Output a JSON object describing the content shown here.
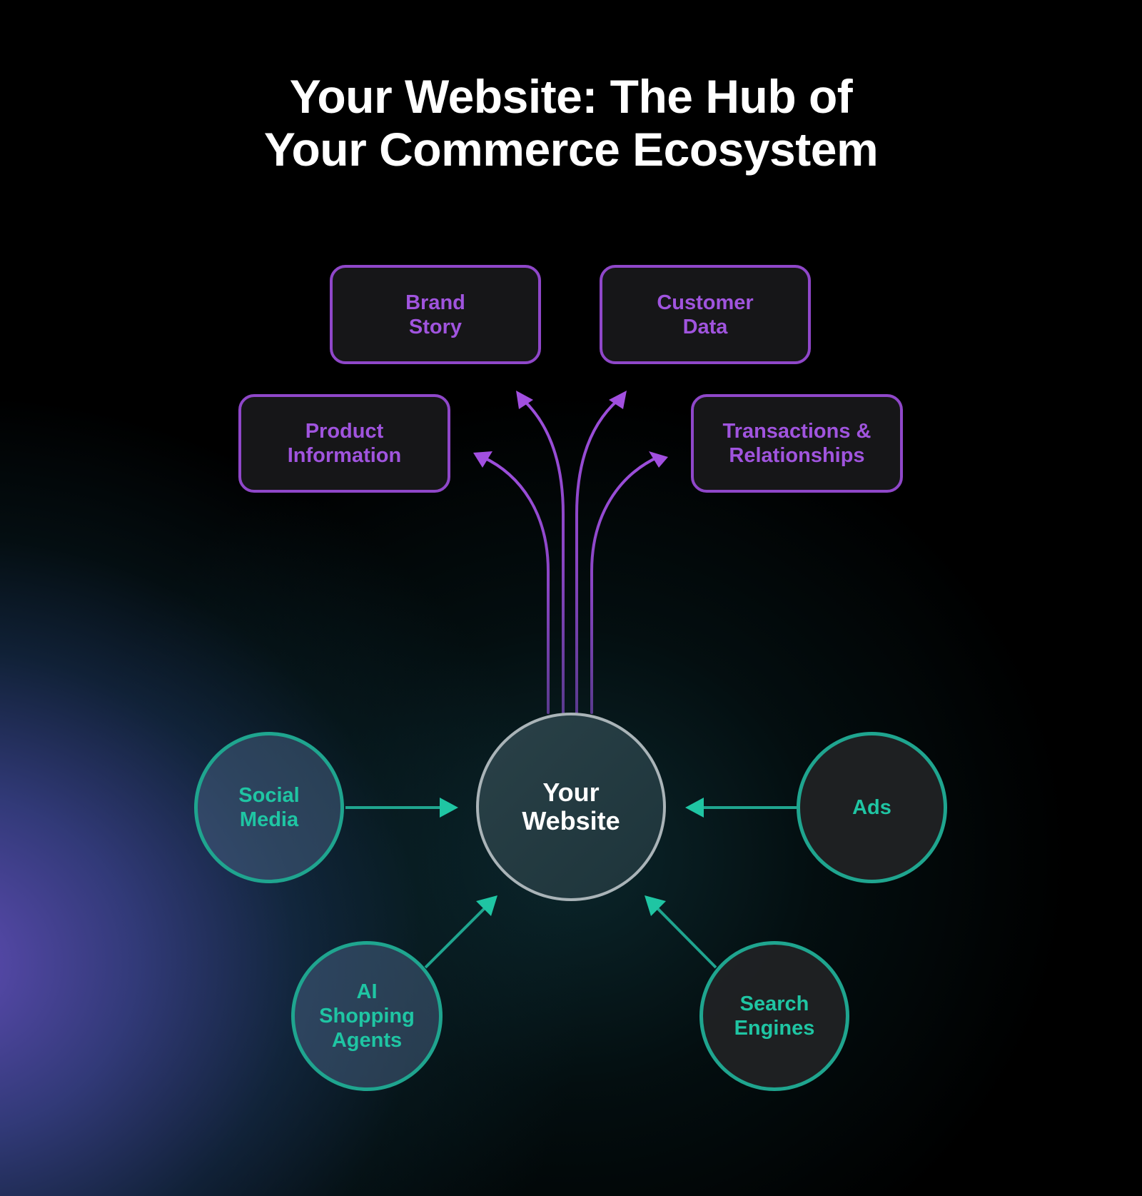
{
  "title": {
    "line1": "Your Website: The Hub of",
    "line2": "Your Commerce Ecosystem"
  },
  "hub": {
    "label": "Your\nWebsite"
  },
  "outputs": [
    {
      "id": "brand-story",
      "label": "Brand\nStory"
    },
    {
      "id": "customer-data",
      "label": "Customer\nData"
    },
    {
      "id": "product-information",
      "label": "Product\nInformation"
    },
    {
      "id": "transactions-relationships",
      "label": "Transactions &\nRelationships"
    }
  ],
  "inputs": [
    {
      "id": "social-media",
      "label": "Social\nMedia"
    },
    {
      "id": "ads",
      "label": "Ads"
    },
    {
      "id": "ai-shopping-agents",
      "label": "AI\nShopping\nAgents"
    },
    {
      "id": "search-engines",
      "label": "Search\nEngines"
    }
  ],
  "colors": {
    "output_accent": "#8f47c9",
    "output_text": "#a054de",
    "input_accent": "#1fa58f",
    "input_text": "#1fc5a3",
    "hub_border": "#aab4b8",
    "background": "#000000"
  }
}
